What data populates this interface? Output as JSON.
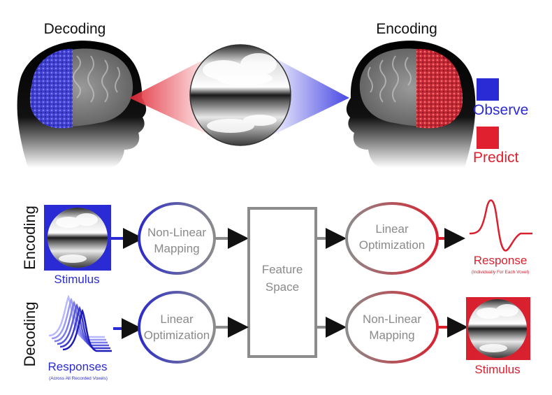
{
  "top": {
    "decoding_title": "Decoding",
    "encoding_title": "Encoding"
  },
  "legend": {
    "observe_label": "Observe",
    "predict_label": "Predict",
    "observe_color": "#2b2bd6",
    "predict_color": "#e0202e"
  },
  "rows": {
    "encoding_label": "Encoding",
    "decoding_label": "Decoding"
  },
  "encoding_row": {
    "stimulus_label": "Stimulus",
    "nonlinear_line1": "Non-Linear",
    "nonlinear_line2": "Mapping",
    "linear_line1": "Linear",
    "linear_line2": "Optimization",
    "response_label": "Response",
    "response_note": "(Individually For Each Voxel)"
  },
  "feature_space": {
    "line1": "Feature",
    "line2": "Space"
  },
  "decoding_row": {
    "responses_label": "Responses",
    "responses_note": "(Across All Recorded Voxels)",
    "linear_line1": "Linear",
    "linear_line2": "Optimization",
    "nonlinear_line1": "Non-Linear",
    "nonlinear_line2": "Mapping",
    "stimulus_label": "Stimulus"
  }
}
